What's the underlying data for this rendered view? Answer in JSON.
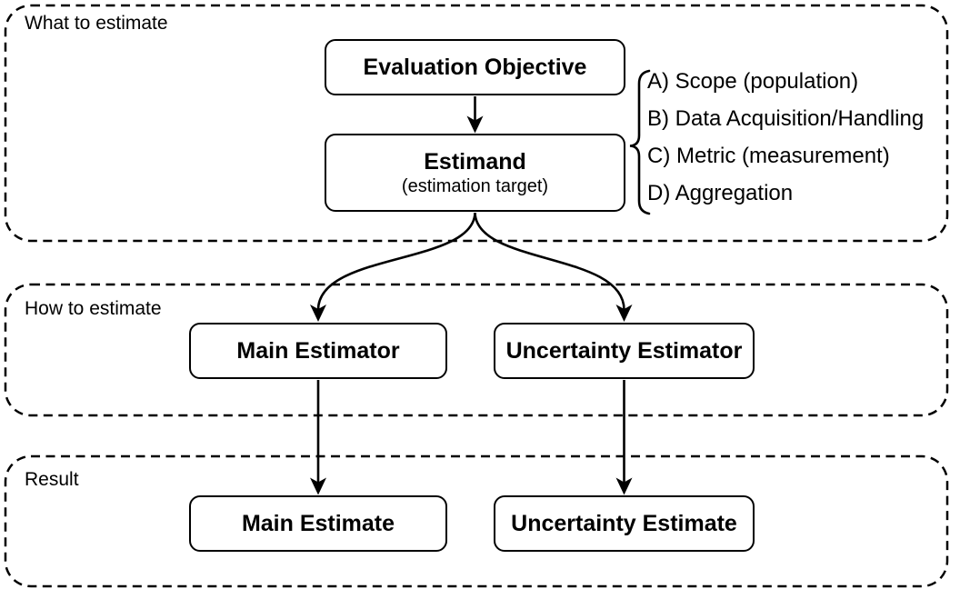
{
  "sections": [
    {
      "label": "What to estimate"
    },
    {
      "label": "How to estimate"
    },
    {
      "label": "Result"
    }
  ],
  "nodes": {
    "evaluation_objective": {
      "label": "Evaluation Objective"
    },
    "estimand": {
      "label": "Estimand",
      "sublabel": "(estimation target)"
    },
    "main_estimator": {
      "label": "Main Estimator"
    },
    "uncertainty_estimator": {
      "label": "Uncertainty Estimator"
    },
    "main_estimate": {
      "label": "Main Estimate"
    },
    "uncertainty_estimate": {
      "label": "Uncertainty Estimate"
    }
  },
  "estimand_components": [
    "A) Scope (population)",
    "B) Data Acquisition/Handling",
    "C) Metric (measurement)",
    "D) Aggregation"
  ],
  "edges": [
    {
      "from": "Evaluation Objective",
      "to": "Estimand"
    },
    {
      "from": "Estimand",
      "to": "Main Estimator"
    },
    {
      "from": "Estimand",
      "to": "Uncertainty Estimator"
    },
    {
      "from": "Main Estimator",
      "to": "Main Estimate"
    },
    {
      "from": "Uncertainty Estimator",
      "to": "Uncertainty Estimate"
    }
  ],
  "colors": {
    "line": "#000000",
    "text": "#000000",
    "background": "#ffffff",
    "box_fill": "#ffffff"
  }
}
